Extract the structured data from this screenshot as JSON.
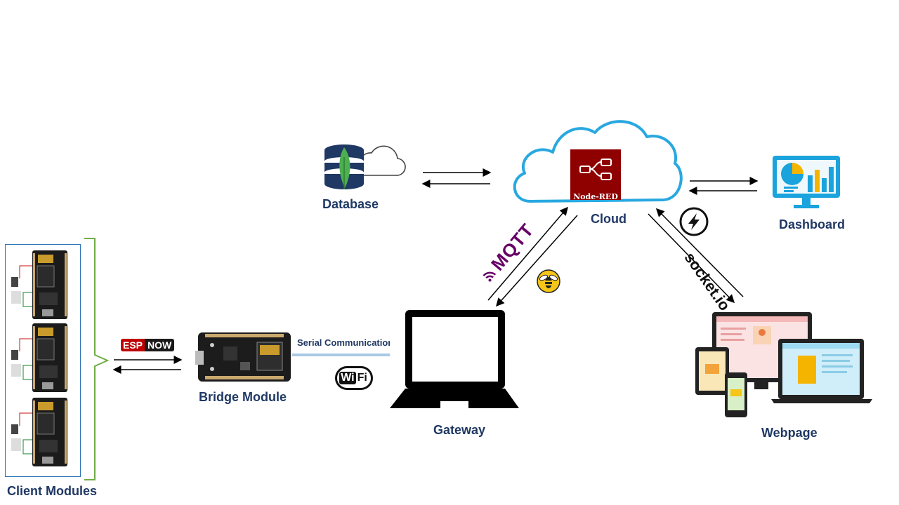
{
  "labels": {
    "client_modules": "Client Modules",
    "bridge_module": "Bridge Module",
    "gateway": "Gateway",
    "database": "Database",
    "cloud": "Cloud",
    "dashboard": "Dashboard",
    "webpage": "Webpage",
    "serial_communication": "Serial Communication"
  },
  "logos": {
    "espnow_esp": "ESP",
    "espnow_now": "NOW",
    "wifi_wi": "Wi",
    "wifi_fi": "Fi",
    "mqtt": "MQTT",
    "socketio": "socket.io",
    "nodered": "Node-RED"
  },
  "colors": {
    "label": "#1f3864",
    "cloud_stroke": "#29a8e0",
    "nodered": "#8f0000",
    "mqtt": "#660066",
    "serial_line": "#a9c8e3",
    "bracket": "#70ad47",
    "client_box": "#2e75b6"
  },
  "icons": [
    "mongodb-database-icon",
    "cloud-icon",
    "nodered-icon",
    "dashboard-icon",
    "laptop-icon",
    "devices-icon",
    "bee-icon",
    "socketio-icon",
    "wifi-icon",
    "espnow-icon",
    "mqtt-icon",
    "esp8266-board-icon"
  ]
}
